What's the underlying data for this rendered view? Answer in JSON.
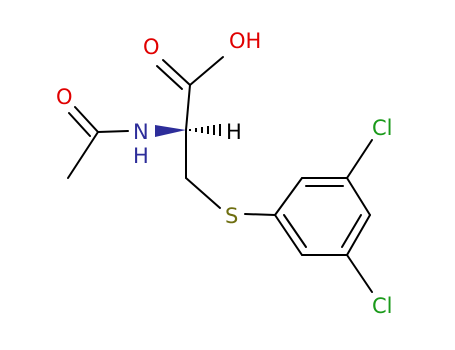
{
  "molecule": {
    "atoms": {
      "oh": "OH",
      "o_carbonyl": "O",
      "o_acetyl": "O",
      "n": "N",
      "nh_h": "H",
      "h_stereo": "H",
      "s": "S",
      "cl_top": "Cl",
      "cl_bottom": "Cl"
    }
  },
  "colors": {
    "bond": "#000000",
    "oxygen": "#e00000",
    "nitrogen": "#2d2d9a",
    "sulfur": "#6e6e10",
    "chlorine": "#1a9a1a",
    "hydrogen": "#000000",
    "wedge": "#2d2d9a"
  }
}
